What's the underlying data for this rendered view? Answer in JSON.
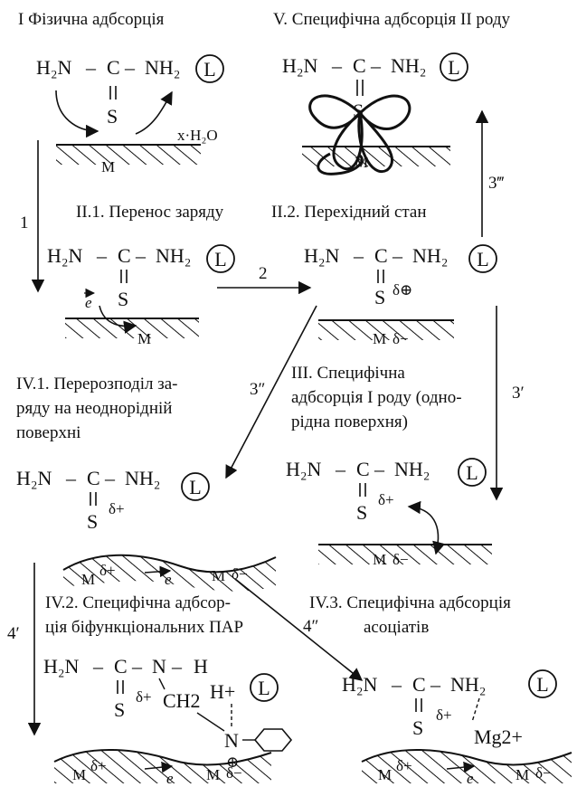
{
  "stages": {
    "s1": {
      "title": "I Фізична адбсорція",
      "water": "x·H₂O",
      "surface": "M"
    },
    "s2_1": {
      "title": "II.1. Перенос заряду",
      "electron": "e",
      "surface": "M"
    },
    "s2_2": {
      "title": "II.2. Перехідний стан",
      "delta_s": "δ⊕",
      "surface": "M",
      "delta_m": "δ−"
    },
    "s3": {
      "title_lines": [
        "III. Специфічна",
        "адбсорція І роду (одно-",
        "рідна поверхня)"
      ],
      "delta_s": "δ+",
      "surface": "M",
      "delta_m": "δ−"
    },
    "s4_1": {
      "title_lines": [
        "IV.1. Перерозподіл за-",
        "ряду на неоднорідній",
        "поверхні"
      ],
      "delta_s": "δ+"
    },
    "s4_2": {
      "title_lines": [
        "IV.2. Специфічна адбсор-",
        "ція біфункціональних ПАР"
      ],
      "h_plus": "H+",
      "n_atom": "N",
      "ch2": "CH2",
      "plus_circle": "⊕"
    },
    "s4_3": {
      "title_lines": [
        "IV.3. Специфічна адбсорція",
        "асоціатів"
      ],
      "mg": "Mg2+"
    },
    "s5": {
      "title": "V. Специфічна адбсорція II роду",
      "surface": "M"
    }
  },
  "molecule": {
    "h2n": "H₂N",
    "c": "C",
    "nh2": "NH₂",
    "s": "S",
    "dash": "–",
    "ligand": "L"
  },
  "surface_labels": {
    "m": "M",
    "dplus": "δ+",
    "dminus": "δ−",
    "e": "e"
  },
  "arrows": {
    "a1": "1",
    "a2": "2",
    "a3p": "3′",
    "a3pp": "3″",
    "a3ppp": "3‴",
    "a4p": "4′",
    "a4pp": "4″"
  }
}
